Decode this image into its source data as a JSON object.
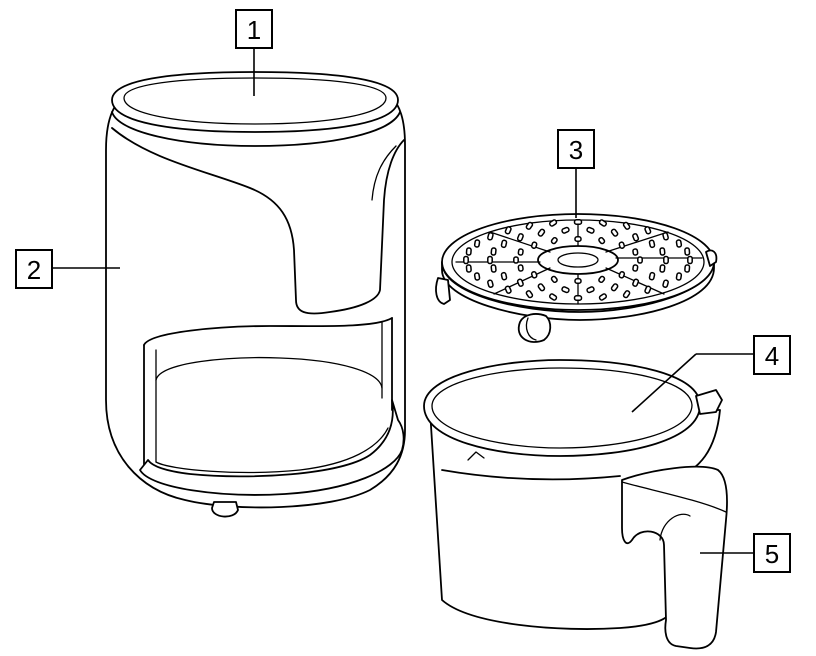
{
  "callouts": [
    {
      "id": "1",
      "label": "1"
    },
    {
      "id": "2",
      "label": "2"
    },
    {
      "id": "3",
      "label": "3"
    },
    {
      "id": "4",
      "label": "4"
    },
    {
      "id": "5",
      "label": "5"
    }
  ],
  "colors": {
    "line": "#000000",
    "fill": "#ffffff"
  }
}
